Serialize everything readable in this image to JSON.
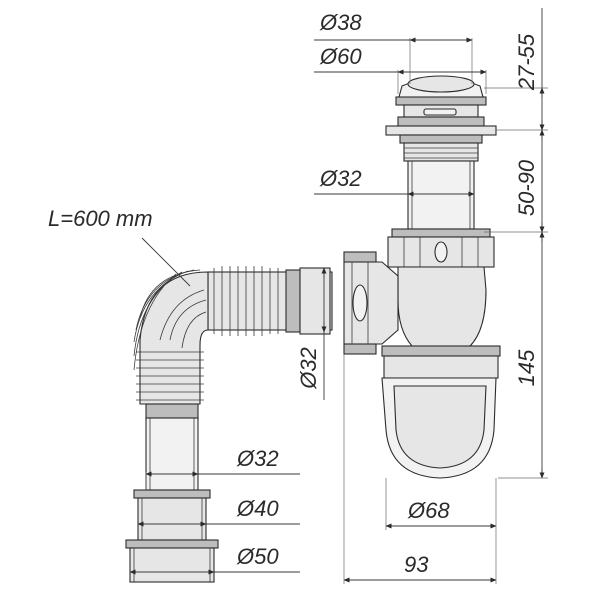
{
  "labels": {
    "d38": "Ø38",
    "d60": "Ø60",
    "h27_55": "27-55",
    "d32_top": "Ø32",
    "h50_90": "50-90",
    "hose_length": "L=600 mm",
    "d32_side": "Ø32",
    "h145": "145",
    "d32_bottom": "Ø32",
    "d40": "Ø40",
    "d50": "Ø50",
    "d68": "Ø68",
    "w93": "93"
  },
  "colors": {
    "line": "#2b2b2b",
    "fill": "#e6e6e6",
    "shade": "#bdbdbd"
  }
}
